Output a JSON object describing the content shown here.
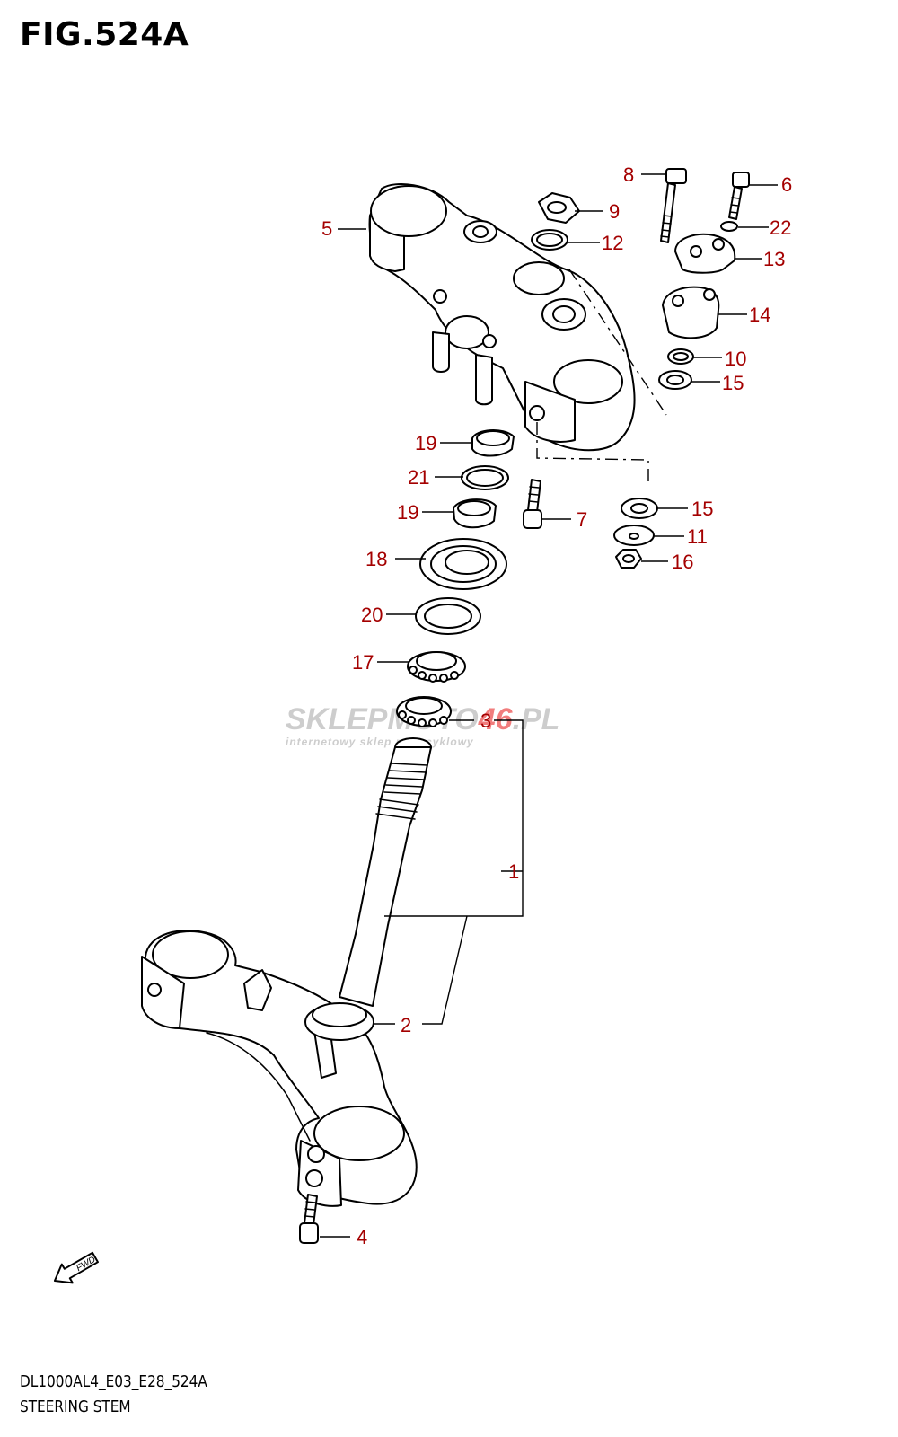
{
  "figure": {
    "title": "FIG.524A"
  },
  "footer": {
    "code": "DL1000AL4_E03_E28_524A",
    "name": "STEERING STEM"
  },
  "fwd_label": "FWD",
  "watermark": {
    "logo_a": "SKLEPMOTO",
    "logo_b": "46",
    "logo_c": ".PL",
    "sub": "internetowy sklep motocyklowy"
  },
  "colors": {
    "callout": "#a40000",
    "line": "#000000",
    "watermark": "#c8c8c8",
    "watermark_accent": "#f07070"
  },
  "callouts": [
    {
      "id": "c1",
      "label": "1"
    },
    {
      "id": "c2",
      "label": "2"
    },
    {
      "id": "c3",
      "label": "3"
    },
    {
      "id": "c4",
      "label": "4"
    },
    {
      "id": "c5",
      "label": "5"
    },
    {
      "id": "c6",
      "label": "6"
    },
    {
      "id": "c7",
      "label": "7"
    },
    {
      "id": "c8",
      "label": "8"
    },
    {
      "id": "c9",
      "label": "9"
    },
    {
      "id": "c10",
      "label": "10"
    },
    {
      "id": "c11",
      "label": "11"
    },
    {
      "id": "c12",
      "label": "12"
    },
    {
      "id": "c13",
      "label": "13"
    },
    {
      "id": "c14",
      "label": "14"
    },
    {
      "id": "c15a",
      "label": "15"
    },
    {
      "id": "c15b",
      "label": "15"
    },
    {
      "id": "c16",
      "label": "16"
    },
    {
      "id": "c17",
      "label": "17"
    },
    {
      "id": "c18",
      "label": "18"
    },
    {
      "id": "c19a",
      "label": "19"
    },
    {
      "id": "c19b",
      "label": "19"
    },
    {
      "id": "c20",
      "label": "20"
    },
    {
      "id": "c21",
      "label": "21"
    },
    {
      "id": "c22",
      "label": "22"
    }
  ]
}
